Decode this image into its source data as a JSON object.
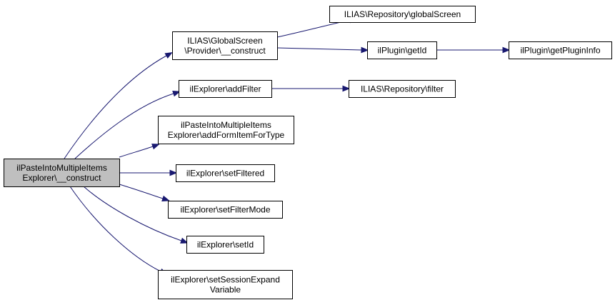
{
  "diagram": {
    "colors": {
      "edge": "#191970",
      "root_fill": "#bfbfbf",
      "node_fill": "#ffffff",
      "node_border": "#000000"
    },
    "nodes": [
      {
        "id": "root",
        "lines": [
          "ilPasteIntoMultipleItems",
          "Explorer\\__construct"
        ]
      },
      {
        "id": "gs_construct",
        "lines": [
          "ILIAS\\GlobalScreen",
          "\\Provider\\__construct"
        ]
      },
      {
        "id": "global_screen",
        "lines": [
          "ILIAS\\Repository\\globalScreen"
        ]
      },
      {
        "id": "plugin_getid",
        "lines": [
          "ilPlugin\\getId"
        ]
      },
      {
        "id": "plugin_getinfo",
        "lines": [
          "ilPlugin\\getPluginInfo"
        ]
      },
      {
        "id": "add_filter",
        "lines": [
          "ilExplorer\\addFilter"
        ]
      },
      {
        "id": "repo_filter",
        "lines": [
          "ILIAS\\Repository\\filter"
        ]
      },
      {
        "id": "add_form_item",
        "lines": [
          "ilPasteIntoMultipleItems",
          "Explorer\\addFormItemForType"
        ]
      },
      {
        "id": "set_filtered",
        "lines": [
          "ilExplorer\\setFiltered"
        ]
      },
      {
        "id": "set_filter_mode",
        "lines": [
          "ilExplorer\\setFilterMode"
        ]
      },
      {
        "id": "set_id",
        "lines": [
          "ilExplorer\\setId"
        ]
      },
      {
        "id": "set_session_expand",
        "lines": [
          "ilExplorer\\setSessionExpand",
          "Variable"
        ]
      }
    ],
    "edges": [
      {
        "from": "root",
        "to": "gs_construct"
      },
      {
        "from": "root",
        "to": "add_filter"
      },
      {
        "from": "root",
        "to": "add_form_item"
      },
      {
        "from": "root",
        "to": "set_filtered"
      },
      {
        "from": "root",
        "to": "set_filter_mode"
      },
      {
        "from": "root",
        "to": "set_id"
      },
      {
        "from": "root",
        "to": "set_session_expand"
      },
      {
        "from": "gs_construct",
        "to": "global_screen"
      },
      {
        "from": "gs_construct",
        "to": "plugin_getid"
      },
      {
        "from": "plugin_getid",
        "to": "plugin_getinfo"
      },
      {
        "from": "add_filter",
        "to": "repo_filter"
      }
    ]
  }
}
